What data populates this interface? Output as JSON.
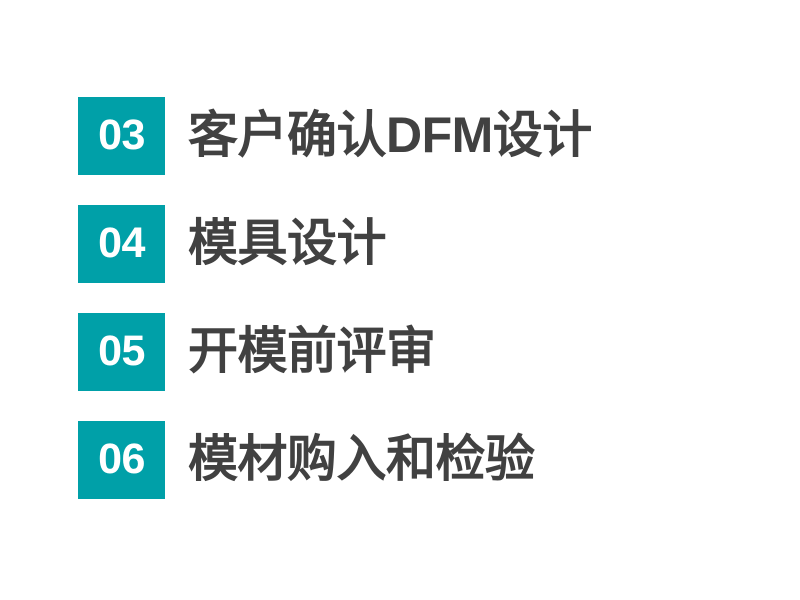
{
  "page": {
    "background_color": "#ffffff",
    "accent_color": "#00a0a8",
    "text_color": "#414141",
    "number_color": "#ffffff"
  },
  "steps": [
    {
      "number": "03",
      "label": "客户确认DFM设计"
    },
    {
      "number": "04",
      "label": "模具设计"
    },
    {
      "number": "05",
      "label": "开模前评审"
    },
    {
      "number": "06",
      "label": "模材购入和检验"
    }
  ]
}
